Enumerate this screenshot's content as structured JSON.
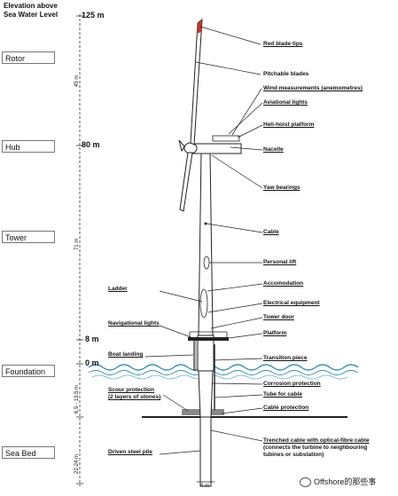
{
  "heading": {
    "line1": "Elevation above",
    "line2": "Sea Water Level"
  },
  "zones": {
    "rotor": "Rotor",
    "hub": "Hub",
    "tower": "Tower",
    "foundation": "Foundation",
    "sea_bed": "Sea Bed"
  },
  "elevations": {
    "top": "125 m",
    "hub": "80 m",
    "platform": "8 m",
    "sea": "0 m"
  },
  "segments": {
    "rotor": "45 m",
    "tower": "71 m",
    "water": "6.5 - 13.5 m",
    "seabed": "22-24 m"
  },
  "diameter": "4 m",
  "labels": {
    "red_blade_tips": "Red blade tips",
    "pitchable_blades": "Pitchable blades",
    "wind_measurements": "Wind measurements (anemometres)",
    "aviational_lights": "Aviational lights",
    "heli_hoist": "Heli-hoist platform",
    "nacelle": "Nacelle",
    "yaw_bearings": "Yaw bearings",
    "cable": "Cable",
    "personal_lift": "Personal lift",
    "accomodation": "Accomodation",
    "ladder": "Ladder",
    "electrical_equipment": "Electrical equipment",
    "tower_door": "Tower door",
    "navigational_lights": "Navigational lights",
    "platform": "Platform",
    "boat_landing": "Boat landing",
    "transition_piece": "Transition piece",
    "corrosion_protection": "Corrosion protection",
    "tube_for_cable": "Tube for cable",
    "scour_protection_1": "Scour protection",
    "scour_protection_2": "(2 layers of stones)",
    "cable_protection": "Cable protection",
    "trenched_cable_1": "Trenched cable with optical-fibre cable",
    "trenched_cable_2": "(connects the turbine to neighbouring",
    "trenched_cable_3": "tubines or substation)",
    "driven_steel_pile": "Driven steel pile"
  },
  "watermark": "Offshore的那些事",
  "colors": {
    "water": "#3a8fb5",
    "line": "#222222"
  }
}
